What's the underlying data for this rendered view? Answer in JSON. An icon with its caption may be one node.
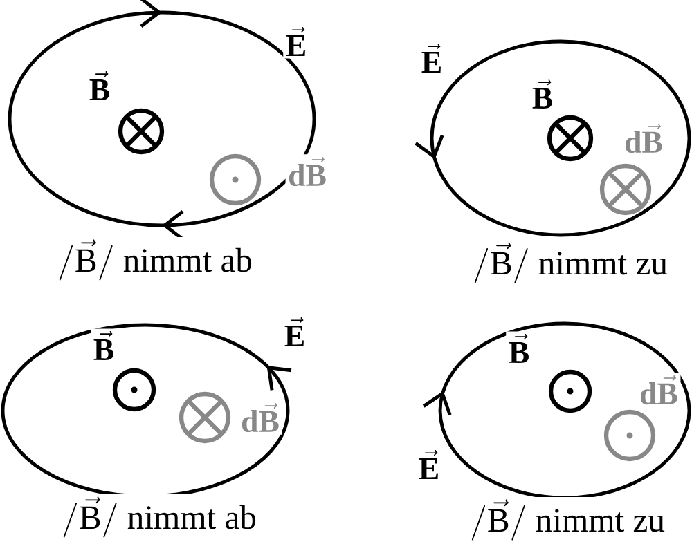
{
  "diagram": {
    "labels": [
      "\\vec{\\mathbf{E}}",
      "\\vec{\\mathbf{B}}",
      "\\mathbf{d}\\vec{\\mathbf{B}}",
      "/\\vec{\\mathrm{B}}/\\text{ nimmt ab}",
      "\\vec{\\mathbf{E}}",
      "\\vec{\\mathbf{B}}",
      "\\mathbf{d}\\vec{\\mathbf{B}}",
      "/\\vec{\\mathrm{B}}/\\text{ nimmt zu}",
      "\\vec{\\mathbf{E}}",
      "\\vec{\\mathbf{B}}",
      "\\mathbf{d}\\vec{\\mathbf{B}}",
      "/\\vec{\\mathrm{B}}/\\text{ nimmt ab}",
      "\\vec{\\mathbf{E}}",
      "\\vec{\\mathbf{B}}",
      "\\mathbf{d}\\vec{\\mathbf{B}}",
      "/\\vec{\\mathrm{B}}/\\text{ nimmt zu}"
    ]
  }
}
